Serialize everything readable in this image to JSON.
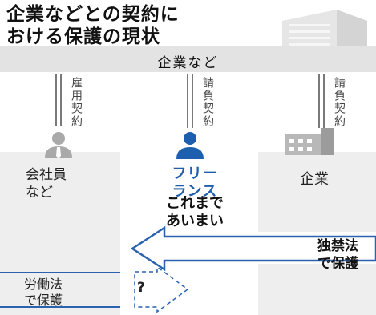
{
  "title_lines": [
    "企業などとの契約に",
    "おける保護の現状"
  ],
  "band_label": "企業など",
  "contracts": {
    "left": "雇用契約",
    "center": "請負契約",
    "right": "請負契約"
  },
  "columns": {
    "employee": [
      "会社員",
      "など"
    ],
    "freelance": [
      "フリー",
      "ランス"
    ],
    "freelance_note": [
      "これまで",
      "あいまい"
    ],
    "company": "企業"
  },
  "protections": {
    "antitrust": [
      "独禁法",
      "で保護"
    ],
    "labor": [
      "労働法",
      "で保護"
    ],
    "unknown": "?"
  },
  "colors": {
    "band": "#e3e3e3",
    "column_bg": "#eeeeee",
    "freelance_blue": "#1d5fae",
    "icon_gray": "#a9a9a9",
    "line_gray": "#7a7a7a",
    "arrow_blue": "#2b62b0"
  },
  "icons": [
    "office-building-icon",
    "employee-person-icon",
    "freelancer-person-icon",
    "company-building-icon"
  ]
}
